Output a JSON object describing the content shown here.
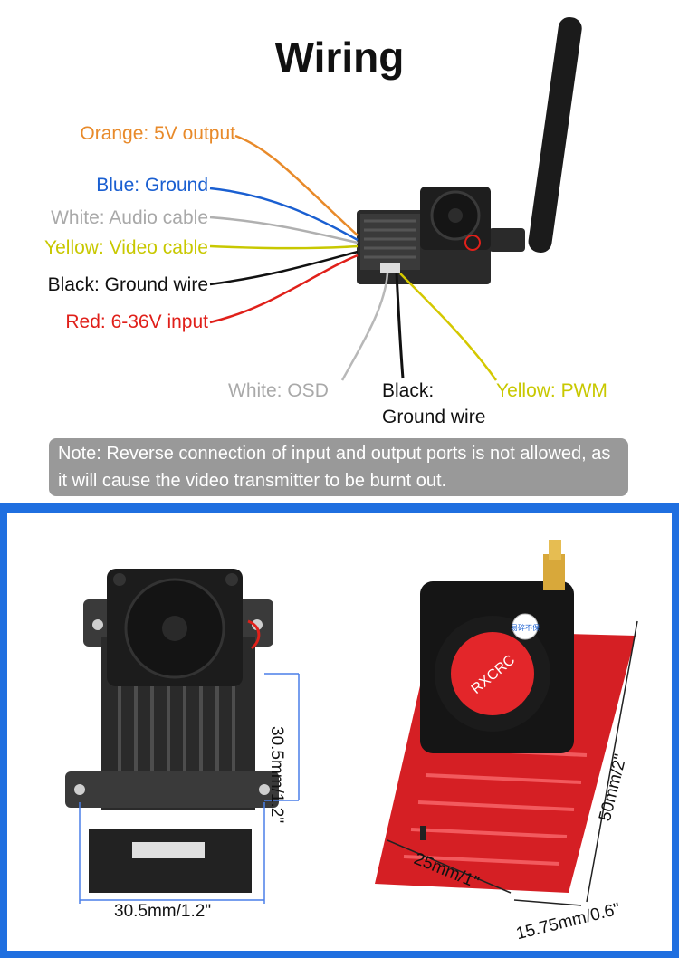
{
  "title": "Wiring",
  "wires": {
    "orange": {
      "text": "Orange: 5V output",
      "color": "#e88a2a"
    },
    "blue": {
      "text": "Blue: Ground",
      "color": "#1a5fd1"
    },
    "white_audio": {
      "text": "White: Audio cable",
      "color": "#b0b0b0"
    },
    "yellow_video": {
      "text": "Yellow: Video cable",
      "color": "#c8c800"
    },
    "black_ground": {
      "text": "Black: Ground wire",
      "color": "#111111"
    },
    "red_input": {
      "text": "Red: 6-36V input",
      "color": "#e0201a"
    },
    "white_osd": {
      "text": "White: OSD",
      "color": "#b0b0b0"
    },
    "black_bottom_line1": {
      "text": "Black:",
      "color": "#111111"
    },
    "black_bottom_line2": {
      "text": "Ground wire",
      "color": "#111111"
    },
    "yellow_pwm": {
      "text": "Yellow: PWM",
      "color": "#c8c800"
    }
  },
  "note": "Note: Reverse connection of input and output ports is not allowed, as it will cause the video transmitter to be burnt out.",
  "dimensions": {
    "black_height": "30.5mm/1.2\"",
    "black_width": "30.5mm/1.2\"",
    "red_height": "50mm/2\"",
    "red_width": "25mm/1\"",
    "red_depth": "15.75mm/0.6\""
  },
  "fan_label": "RXCRC",
  "sticker_label": "易碎不保",
  "colors": {
    "accent_blue": "#1f6fe0",
    "heatsink_black": "#2a2a2a",
    "heatsink_red": "#e3262a",
    "note_bg": "#999999"
  }
}
